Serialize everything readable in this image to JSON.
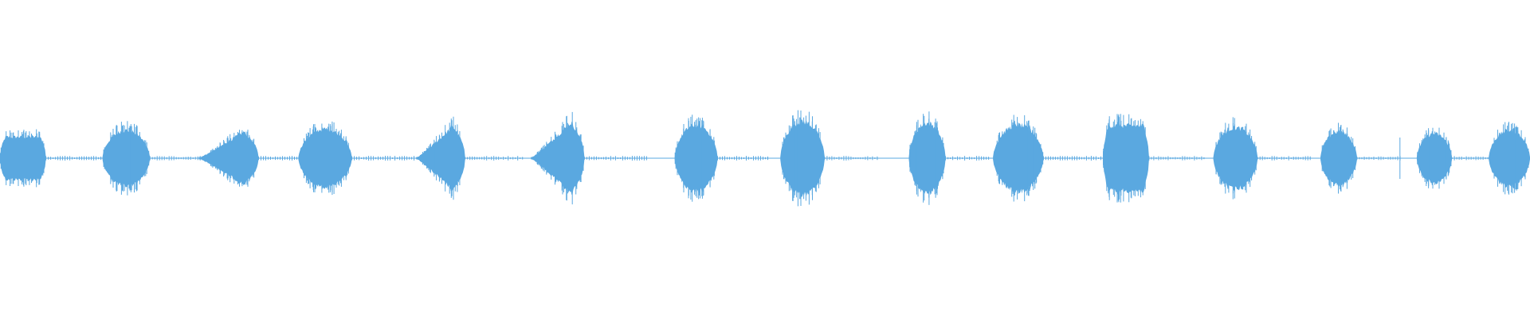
{
  "waveform": {
    "color": "#5aa8e0",
    "background": "#ffffff",
    "segments": [
      {
        "start": 0.0,
        "end": 0.03,
        "peak": 0.32,
        "shape": "plateau"
      },
      {
        "start": 0.067,
        "end": 0.098,
        "peak": 0.42,
        "shape": "round"
      },
      {
        "start": 0.13,
        "end": 0.169,
        "peak": 0.4,
        "shape": "rise"
      },
      {
        "start": 0.195,
        "end": 0.23,
        "peak": 0.44,
        "shape": "round"
      },
      {
        "start": 0.272,
        "end": 0.304,
        "peak": 0.48,
        "shape": "rise"
      },
      {
        "start": 0.347,
        "end": 0.382,
        "peak": 0.54,
        "shape": "rise"
      },
      {
        "start": 0.441,
        "end": 0.469,
        "peak": 0.5,
        "shape": "round"
      },
      {
        "start": 0.51,
        "end": 0.539,
        "peak": 0.55,
        "shape": "round"
      },
      {
        "start": 0.594,
        "end": 0.618,
        "peak": 0.53,
        "shape": "round"
      },
      {
        "start": 0.649,
        "end": 0.682,
        "peak": 0.5,
        "shape": "round"
      },
      {
        "start": 0.721,
        "end": 0.751,
        "peak": 0.49,
        "shape": "plateau"
      },
      {
        "start": 0.793,
        "end": 0.822,
        "peak": 0.46,
        "shape": "round"
      },
      {
        "start": 0.863,
        "end": 0.887,
        "peak": 0.4,
        "shape": "round"
      },
      {
        "start": 0.926,
        "end": 0.949,
        "peak": 0.37,
        "shape": "round"
      },
      {
        "start": 0.973,
        "end": 1.0,
        "peak": 0.42,
        "shape": "round"
      }
    ],
    "tail_level": 0.01,
    "spikes": [
      {
        "pos": 0.915,
        "level": 0.13
      }
    ]
  }
}
